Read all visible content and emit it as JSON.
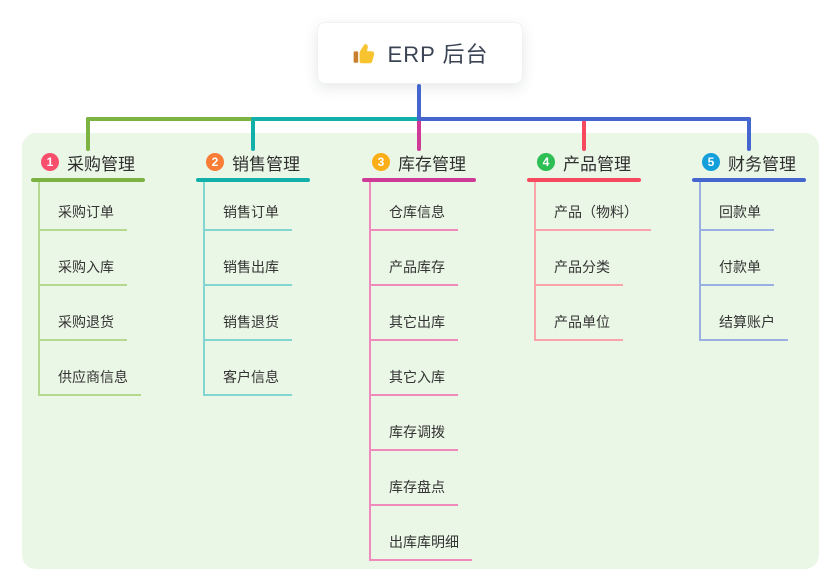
{
  "root": {
    "title": "ERP 后台",
    "icon": "thumbs-up-icon"
  },
  "panel": {
    "background": "#ebf7e6"
  },
  "connector": {
    "root_color": "#4565cf"
  },
  "branches": [
    {
      "badge": "1",
      "label": "采购管理",
      "line_color": "#7cb342",
      "child_line_color": "#b5da8e",
      "badge_color": "#f8506c",
      "children": [
        "采购订单",
        "采购入库",
        "采购退货",
        "供应商信息"
      ]
    },
    {
      "badge": "2",
      "label": "销售管理",
      "line_color": "#12b0a9",
      "child_line_color": "#82d6cf",
      "badge_color": "#f97d36",
      "children": [
        "销售订单",
        "销售出库",
        "销售退货",
        "客户信息"
      ]
    },
    {
      "badge": "3",
      "label": "库存管理",
      "line_color": "#ce3a95",
      "child_line_color": "#ef8abc",
      "badge_color": "#fbae17",
      "children": [
        "仓库信息",
        "产品库存",
        "其它出库",
        "其它入库",
        "库存调拨",
        "库存盘点",
        "出库库明细"
      ]
    },
    {
      "badge": "4",
      "label": "产品管理",
      "line_color": "#f7495e",
      "child_line_color": "#fba3ab",
      "badge_color": "#2dbe54",
      "children": [
        "产品（物料）",
        "产品分类",
        "产品单位"
      ]
    },
    {
      "badge": "5",
      "label": "财务管理",
      "line_color": "#4565cf",
      "child_line_color": "#9ab0e2",
      "badge_color": "#139fdc",
      "children": [
        "回款单",
        "付款单",
        "结算账户"
      ]
    }
  ]
}
